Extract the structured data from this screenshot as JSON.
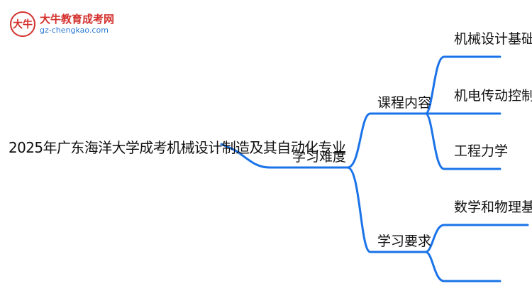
{
  "logo": {
    "mark": "大牛",
    "name": "大牛教育成考网",
    "url": "gz-chengkao.com"
  },
  "mindmap": {
    "root": "2025年广东海洋大学成考机械设计制造及其自动化专业",
    "level1": [
      {
        "label": "学习难度",
        "level2": [
          {
            "label": "课程内容",
            "level3": [
              "机械设计基础",
              "机电传动控制",
              "工程力学"
            ]
          },
          {
            "label": "学习要求",
            "level3": [
              "数学和物理基础",
              ""
            ]
          }
        ]
      }
    ]
  },
  "colors": {
    "edge": "#1a73e8",
    "text": "#111111",
    "logo_red": "#d3302c",
    "logo_blue": "#2a7ad6"
  }
}
